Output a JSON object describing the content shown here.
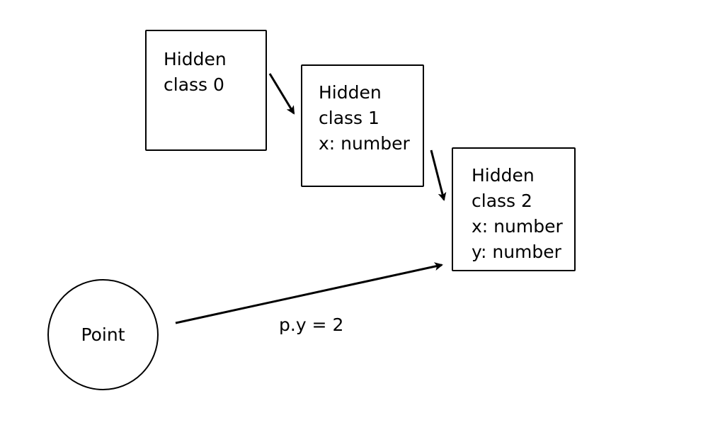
{
  "diagram": {
    "nodes": [
      {
        "id": "hidden-class-0",
        "lines": [
          "Hidden",
          "class 0"
        ]
      },
      {
        "id": "hidden-class-1",
        "lines": [
          "Hidden",
          "class 1",
          "x: number"
        ]
      },
      {
        "id": "hidden-class-2",
        "lines": [
          "Hidden",
          "class 2",
          "x: number",
          "y: number"
        ]
      }
    ],
    "object": {
      "label": "Point"
    },
    "edges": [
      {
        "from": "hidden-class-0",
        "to": "hidden-class-1",
        "label": ""
      },
      {
        "from": "hidden-class-1",
        "to": "hidden-class-2",
        "label": ""
      },
      {
        "from": "Point",
        "to": "hidden-class-2",
        "label": "p.y = 2"
      }
    ],
    "colors": {
      "stroke": "#000000",
      "background": "#ffffff"
    }
  }
}
